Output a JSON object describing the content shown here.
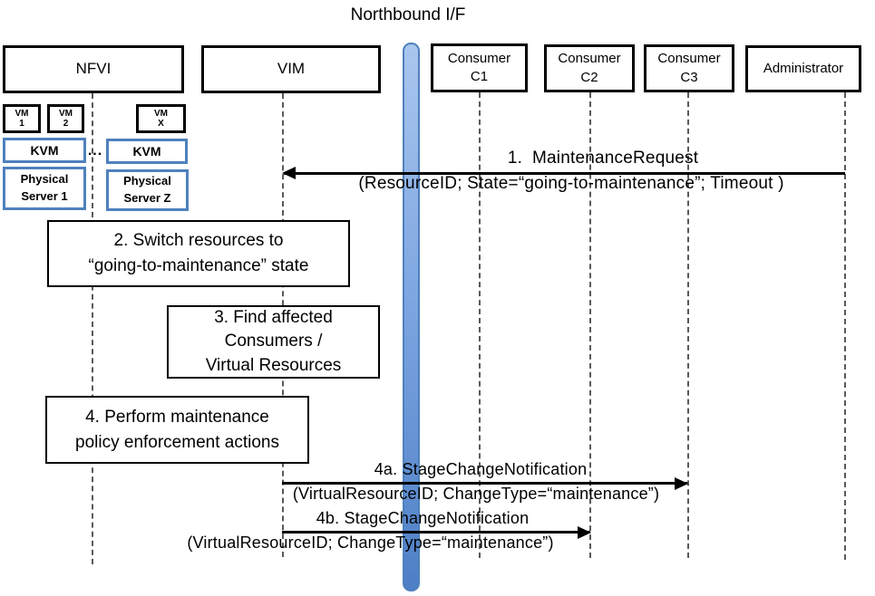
{
  "title": "Northbound I/F",
  "actors": {
    "nfvi": {
      "label": "NFVI"
    },
    "vim": {
      "label": "VIM"
    },
    "consumer1": {
      "line1": "Consumer",
      "line2": "C1"
    },
    "consumer2": {
      "line1": "Consumer",
      "line2": "C2"
    },
    "consumer3": {
      "line1": "Consumer",
      "line2": "C3"
    },
    "administrator": {
      "label": "Administrator"
    }
  },
  "nfvi_internals": {
    "vm1": {
      "line1": "VM",
      "line2": "1"
    },
    "vm2": {
      "line1": "VM",
      "line2": "2"
    },
    "vmx": {
      "line1": "VM",
      "line2": "X"
    },
    "kvm_left": {
      "label": "KVM"
    },
    "kvm_right": {
      "label": "KVM"
    },
    "ellipsis": "...",
    "server_left": {
      "line1": "Physical",
      "line2": "Server 1"
    },
    "server_right": {
      "line1": "Physical",
      "line2": "Server Z"
    }
  },
  "steps": {
    "step2": {
      "line1": "2. Switch resources to",
      "line2": "“going-to-maintenance” state"
    },
    "step3": {
      "line1": "3. Find affected",
      "line2": "Consumers /",
      "line3": "Virtual Resources"
    },
    "step4": {
      "line1": "4. Perform maintenance",
      "line2": "policy enforcement actions"
    }
  },
  "messages": {
    "m1": {
      "label": "1.  MaintenanceRequest",
      "params": "(ResourceID; State=“going-to-maintenance”; Timeout )"
    },
    "m4a": {
      "label": "4a. StageChangeNotification",
      "params": "(VirtualResourceID; ChangeType=“maintenance”)"
    },
    "m4b": {
      "label": "4b. StageChangeNotification",
      "params": "(VirtualResourceID; ChangeType=“maintenance”)"
    }
  },
  "colors": {
    "accent_blue": "#4F81BD",
    "bar_gradient_top": "#AAC6EE",
    "bar_gradient_bottom": "#4E7FC6",
    "line_black": "#000000"
  }
}
